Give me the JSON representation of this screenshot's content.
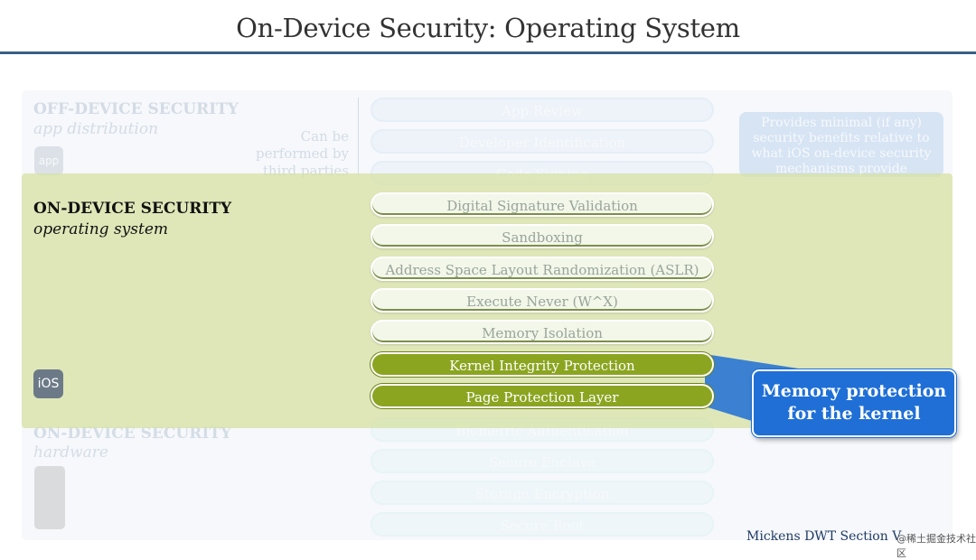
{
  "title": "On-Device Security: Operating System",
  "off_device": {
    "heading": "OFF-DEVICE SECURITY",
    "subheading": "app distribution",
    "app_icon_label": "app",
    "third_parties_note": "Can be performed by third parties",
    "items": [
      "App Review",
      "Developer Identification",
      "Code Signing"
    ],
    "info_note": "Provides minimal (if any) security benefits relative to what iOS on-device security mechanisms provide"
  },
  "os": {
    "heading": "ON-DEVICE SECURITY",
    "subheading": "operating system",
    "ios_icon_label": "iOS",
    "items": [
      "Digital Signature Validation",
      "Sandboxing",
      "Address Space Layout Randomization (ASLR)",
      "Execute Never (W^X)",
      "Memory Isolation"
    ],
    "highlighted_items": [
      "Kernel Integrity Protection",
      "Page Protection Layer"
    ]
  },
  "hardware": {
    "heading": "ON-DEVICE SECURITY",
    "subheading": "hardware",
    "items": [
      "Biometric Authentication",
      "Secure Enclave",
      "Storage Encryption",
      "Secure Boot"
    ]
  },
  "callout": "Memory protection for the kernel",
  "footer": "Mickens DWT Section V",
  "watermark": "@稀土掘金技术社区",
  "colors": {
    "title_rule": "#3a5f87",
    "green_panel": "#d6e0a0",
    "highlight_green": "#8ba521",
    "callout_blue": "#1f6fd6"
  }
}
